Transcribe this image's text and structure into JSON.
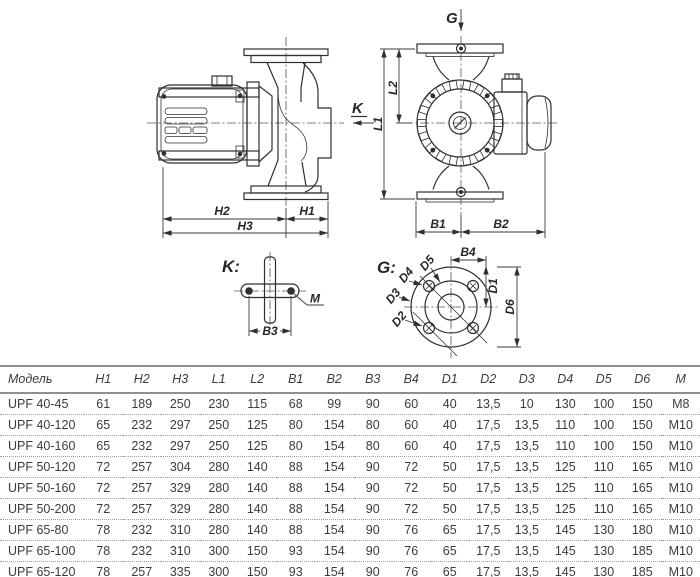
{
  "drawing": {
    "labels": {
      "view_k": "K",
      "view_g": "G",
      "detail_k": "K:",
      "detail_g": "G:",
      "h1": "H1",
      "h2": "H2",
      "h3": "H3",
      "l1": "L1",
      "l2": "L2",
      "b1": "B1",
      "b2": "B2",
      "b3": "B3",
      "b4": "B4",
      "d1": "D1",
      "d2": "D2",
      "d3": "D3",
      "d4": "D4",
      "d5": "D5",
      "d6": "D6",
      "m": "M"
    },
    "stroke_color": "#2f2f2f"
  },
  "table": {
    "headers": [
      "Модель",
      "H1",
      "H2",
      "H3",
      "L1",
      "L2",
      "B1",
      "B2",
      "B3",
      "B4",
      "D1",
      "D2",
      "D3",
      "D4",
      "D5",
      "D6",
      "M"
    ],
    "rows": [
      [
        "UPF 40-45",
        "61",
        "189",
        "250",
        "230",
        "115",
        "68",
        "99",
        "90",
        "60",
        "40",
        "13,5",
        "10",
        "130",
        "100",
        "150",
        "M8"
      ],
      [
        "UPF 40-120",
        "65",
        "232",
        "297",
        "250",
        "125",
        "80",
        "154",
        "80",
        "60",
        "40",
        "17,5",
        "13,5",
        "110",
        "100",
        "150",
        "M10"
      ],
      [
        "UPF 40-160",
        "65",
        "232",
        "297",
        "250",
        "125",
        "80",
        "154",
        "80",
        "60",
        "40",
        "17,5",
        "13,5",
        "110",
        "100",
        "150",
        "M10"
      ],
      [
        "UPF 50-120",
        "72",
        "257",
        "304",
        "280",
        "140",
        "88",
        "154",
        "90",
        "72",
        "50",
        "17,5",
        "13,5",
        "125",
        "110",
        "165",
        "M10"
      ],
      [
        "UPF 50-160",
        "72",
        "257",
        "329",
        "280",
        "140",
        "88",
        "154",
        "90",
        "72",
        "50",
        "17,5",
        "13,5",
        "125",
        "110",
        "165",
        "M10"
      ],
      [
        "UPF 50-200",
        "72",
        "257",
        "329",
        "280",
        "140",
        "88",
        "154",
        "90",
        "72",
        "50",
        "17,5",
        "13,5",
        "125",
        "110",
        "165",
        "M10"
      ],
      [
        "UPF 65-80",
        "78",
        "232",
        "310",
        "280",
        "140",
        "88",
        "154",
        "90",
        "76",
        "65",
        "17,5",
        "13,5",
        "145",
        "130",
        "180",
        "M10"
      ],
      [
        "UPF 65-100",
        "78",
        "232",
        "310",
        "300",
        "150",
        "93",
        "154",
        "90",
        "76",
        "65",
        "17,5",
        "13,5",
        "145",
        "130",
        "185",
        "M10"
      ],
      [
        "UPF 65-120",
        "78",
        "257",
        "335",
        "300",
        "150",
        "93",
        "154",
        "90",
        "76",
        "65",
        "17,5",
        "13,5",
        "145",
        "130",
        "185",
        "M10"
      ]
    ]
  }
}
